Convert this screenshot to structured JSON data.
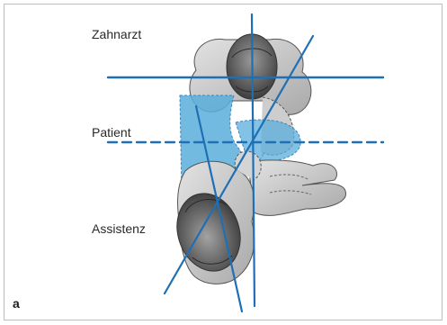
{
  "figure": {
    "labels": {
      "dentist": "Zahnarzt",
      "patient": "Patient",
      "assistant": "Assistenz"
    },
    "panel_letter": "a"
  },
  "colors": {
    "axis_line": "#1f6fb5",
    "highlight_fill": "#5aaedc",
    "figure_fill": "#c9c9c9",
    "figure_dark": "#5e5e5e",
    "outline": "#444444"
  }
}
